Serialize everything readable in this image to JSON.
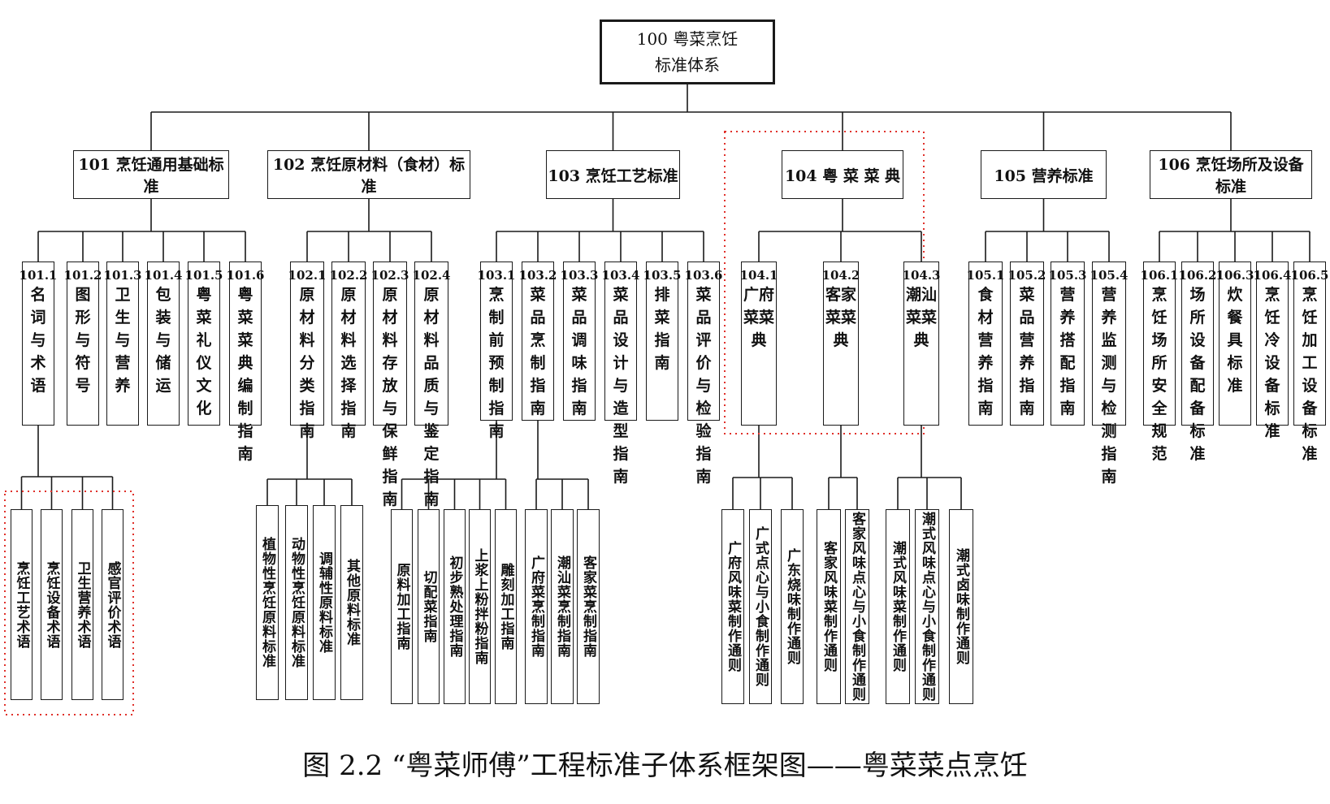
{
  "caption": "图 2.2    “粤菜师傅”工程标准子体系框架图——粤菜菜点烹饪",
  "root": {
    "code": "100 粤菜烹饪",
    "text": "标准体系"
  },
  "groups": [
    {
      "title": "101 烹饪通用基础标准",
      "children": [
        {
          "code": "101.1",
          "text": "名词与术语",
          "leaves": [
            "烹饪工艺术语",
            "烹饪设备术语",
            "卫生营养术语",
            "感官评价术语"
          ]
        },
        {
          "code": "101.2",
          "text": "图形与符号"
        },
        {
          "code": "101.3",
          "text": "卫生与营养"
        },
        {
          "code": "101.4",
          "text": "包装与储运"
        },
        {
          "code": "101.5",
          "text": "粤菜礼仪文化"
        },
        {
          "code": "101.6",
          "text": "粤菜菜典编制指南"
        }
      ]
    },
    {
      "title": "102 烹饪原材料（食材）标准",
      "children": [
        {
          "code": "102.1",
          "text": "原材料分类指南",
          "leaves": [
            "植物性烹饪原料标准",
            "动物性烹饪原料标准",
            "调辅性原料标准",
            "其他原料标准"
          ]
        },
        {
          "code": "102.2",
          "text": "原材料选择指南"
        },
        {
          "code": "102.3",
          "text": "原材料存放与保鲜指南"
        },
        {
          "code": "102.4",
          "text": "原材料品质与鉴定指南"
        }
      ]
    },
    {
      "title": "103 烹饪工艺标准",
      "children": [
        {
          "code": "103.1",
          "text": "烹制前预制指南",
          "leaves": [
            "原料加工指南",
            "切配菜指南",
            "初步熟处理指南",
            "上浆上粉拌粉指南",
            "雕刻加工指南"
          ]
        },
        {
          "code": "103.2",
          "text": "菜品烹制指南",
          "leaves": [
            "广府菜烹制指南",
            "潮汕菜烹制指南",
            "客家菜烹制指南"
          ]
        },
        {
          "code": "103.3",
          "text": "菜品调味指南"
        },
        {
          "code": "103.4",
          "text": "菜品设计与造型指南"
        },
        {
          "code": "103.5",
          "text": "排菜指南"
        },
        {
          "code": "103.6",
          "text": "菜品评价与检验指南"
        }
      ]
    },
    {
      "title": "104 粤 菜 菜 典",
      "children": [
        {
          "code": "104.1",
          "text": "广府菜菜典",
          "leaves": [
            "广府风味菜制作通则",
            "广式点心与小食制作通则",
            "广东烧味制作通则"
          ]
        },
        {
          "code": "104.2",
          "text": "客家菜菜典",
          "leaves": [
            "客家风味菜制作通则",
            "客家风味点心与小食制作通则"
          ]
        },
        {
          "code": "104.3",
          "text": "潮汕菜菜典",
          "leaves": [
            "潮式风味菜制作通则",
            "潮式风味点心与小食制作通则",
            "潮式卤味制作通则"
          ]
        }
      ]
    },
    {
      "title": "105 营养标准",
      "children": [
        {
          "code": "105.1",
          "text": "食材营养指南"
        },
        {
          "code": "105.2",
          "text": "菜品营养指南"
        },
        {
          "code": "105.3",
          "text": "营养搭配指南"
        },
        {
          "code": "105.4",
          "text": "营养监测与检测指南"
        }
      ]
    },
    {
      "title": "106 烹饪场所及设备标准",
      "children": [
        {
          "code": "106.1",
          "text": "烹饪场所安全规范"
        },
        {
          "code": "106.2",
          "text": "场所设备配备标准"
        },
        {
          "code": "106.3",
          "text": "炊餐具标准"
        },
        {
          "code": "106.4",
          "text": "烹饪冷设备标准"
        },
        {
          "code": "106.5",
          "text": "烹饪加工设备标准"
        }
      ]
    }
  ]
}
